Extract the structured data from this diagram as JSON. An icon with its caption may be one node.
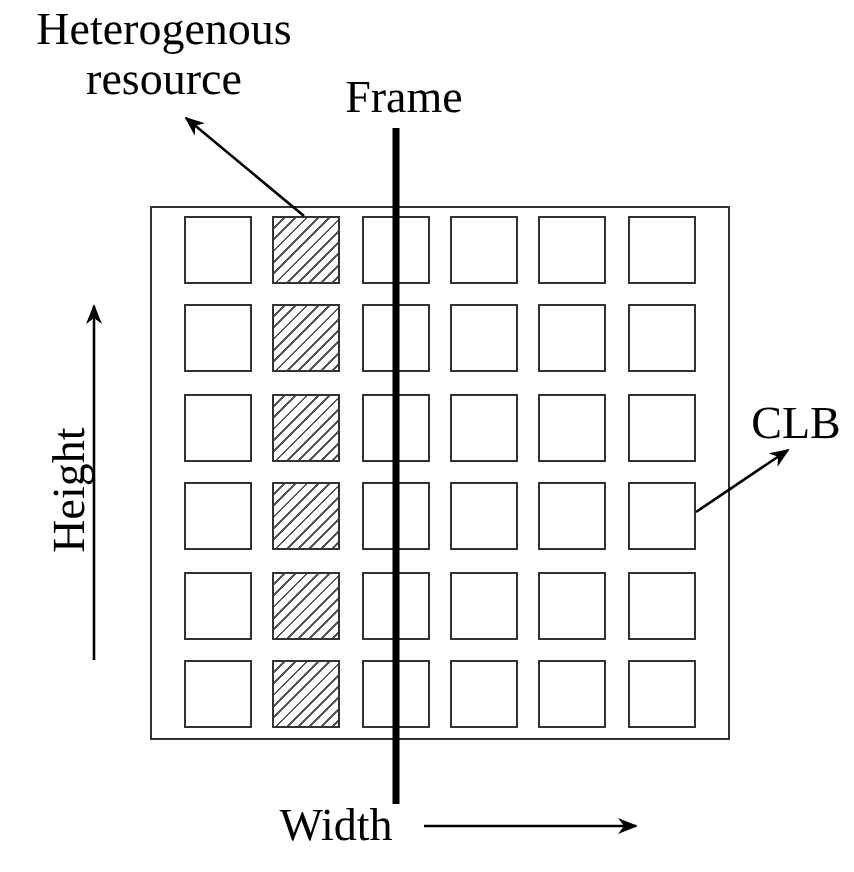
{
  "diagram": {
    "nodes": [
      {
        "text": [
          "Heterogenous resource"
        ]
      },
      {
        "text": [],
        "shape": "box"
      },
      {
        "text": [],
        "shape": "box",
        "in": 1
      },
      {
        "text": [],
        "shape": "box",
        "in": 1
      },
      {
        "text": [],
        "shape": "box",
        "in": 1
      },
      {
        "text": [],
        "shape": "box",
        "in": 1
      },
      {
        "text": [],
        "shape": "box",
        "in": 1
      },
      {
        "text": [],
        "shape": "box",
        "in": 1
      },
      {
        "text": [],
        "shape": "box",
        "in": 1
      },
      {
        "text": [],
        "shape": "box",
        "in": 1
      },
      {
        "text": [],
        "shape": "box",
        "in": 1
      },
      {
        "text": [],
        "shape": "box",
        "in": 1
      },
      {
        "text": [],
        "shape": "box",
        "in": 1
      },
      {
        "text": [],
        "shape": "box",
        "in": 1
      },
      {
        "text": [],
        "shape": "box",
        "in": 1
      },
      {
        "text": [],
        "shape": "box",
        "in": 1
      },
      {
        "text": [],
        "shape": "box",
        "in": 1
      },
      {
        "text": [],
        "shape": "box",
        "in": 1
      },
      {
        "text": [],
        "shape": "box",
        "in": 1
      },
      {
        "text": [],
        "shape": "box",
        "in": 1
      },
      {
        "text": [],
        "shape": "box",
        "in": 1
      },
      {
        "text": [],
        "shape": "box",
        "in": 1
      },
      {
        "text": [],
        "shape": "box",
        "in": 1
      },
      {
        "text": [],
        "shape": "box",
        "in": 1
      },
      {
        "text": [],
        "shape": "box",
        "in": 1
      },
      {
        "text": [],
        "shape": "box",
        "in": 1
      },
      {
        "text": [],
        "shape": "box",
        "in": 1
      },
      {
        "text": [],
        "shape": "box",
        "in": 1
      },
      {
        "text": [],
        "shape": "box",
        "in": 1
      },
      {
        "text": [],
        "shape": "box",
        "in": 1
      },
      {
        "text": [],
        "shape": "box",
        "in": 1
      },
      {
        "text": [],
        "shape": "box",
        "in": 1
      },
      {
        "text": [],
        "shape": "box",
        "in": 1
      },
      {
        "text": [],
        "shape": "box",
        "in": 1
      },
      {
        "text": [],
        "shape": "box",
        "in": 1
      },
      {
        "text": [],
        "shape": "box",
        "in": 1
      },
      {
        "text": [],
        "shape": "box",
        "in": 1
      },
      {
        "text": [],
        "shape": "box",
        "in": 1
      },
      {
        "text": [
          "CLB"
        ]
      }
    ],
    "edges": [
      {
        "from": 3,
        "to": 0,
        "arrow": "to"
      },
      {
        "from": 25,
        "to": 38,
        "arrow": "to"
      }
    ],
    "labels": [
      "Frame",
      "Height",
      "Width"
    ]
  }
}
